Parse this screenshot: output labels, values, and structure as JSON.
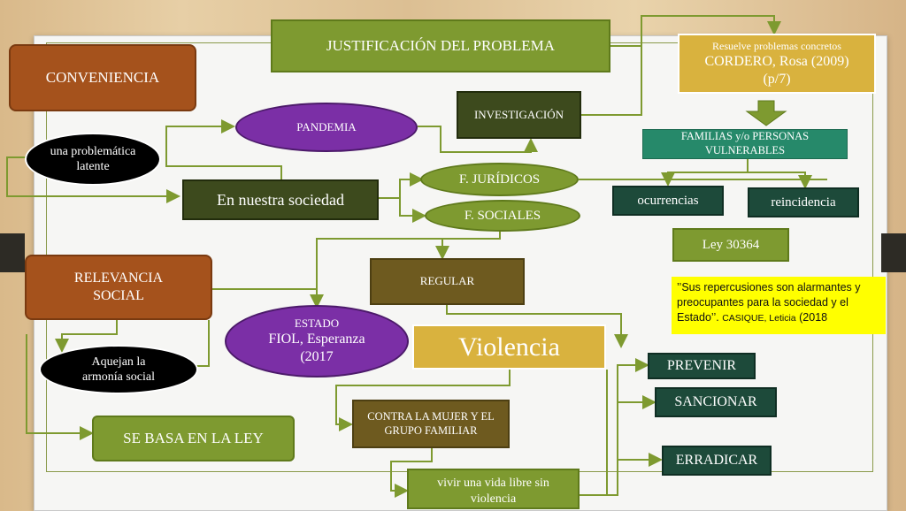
{
  "nodes": {
    "justificacion": "JUSTIFICACIÓN DEL PROBLEMA",
    "conveniencia": "CONVENIENCIA",
    "cordero_line1": "Resuelve problemas concretos",
    "cordero_line2": "CORDERO, Rosa (2009)",
    "cordero_line3": "(p/7)",
    "investigacion": "INVESTIGACIÓN",
    "pandemia": "PANDEMIA",
    "problematica": "una problemática latente",
    "familias": "FAMILIAS y/o  PERSONAS VULNERABLES",
    "f_juridicos": "F. JURÍDICOS",
    "sociedad": "En nuestra sociedad",
    "f_sociales": "F. SOCIALES",
    "ocurrencias": "ocurrencias",
    "reincidencia": "reincidencia",
    "ley": "Ley 30364",
    "relevancia": "RELEVANCIA SOCIAL",
    "regular": "REGULAR",
    "estado_line1": "ESTADO",
    "estado_line2": "FIOL, Esperanza",
    "estado_line3": "(2017",
    "violencia": "Violencia",
    "aquejan": "Aquejan la armonía social",
    "prevenir": "PREVENIR",
    "sancionar": "SANCIONAR",
    "contra": "CONTRA LA MUJER Y EL GRUPO FAMILIAR",
    "se_basa": "SE BASA EN LA LEY",
    "erradicar": "ERRADICAR",
    "vivir": "vivir una vida libre sin violencia"
  },
  "quote": {
    "text": "’’Sus repercusiones son alarmantes y preocupantes para la sociedad y el Estado’’.",
    "author": "CASIQUE, Leticia",
    "year": "(2018"
  },
  "colors": {
    "olive": "#7e9a30",
    "dark_olive": "#3d4a1d",
    "brown": "#a5521c",
    "purple": "#7b2fa6",
    "gold": "#d9b23e",
    "teal": "#26896a",
    "dark_green": "#1d4a3a",
    "yellow": "#ffff00",
    "connector": "#7e9a30"
  }
}
